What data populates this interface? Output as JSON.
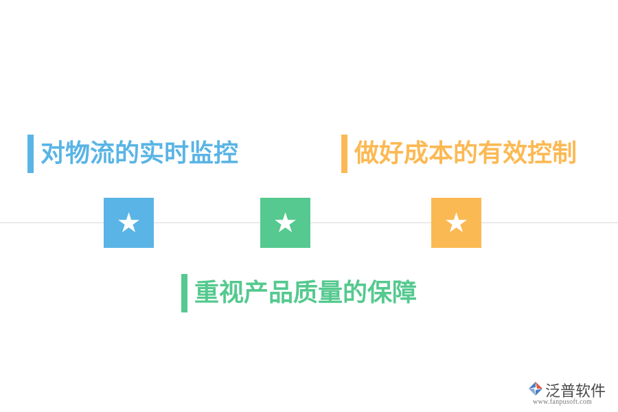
{
  "colors": {
    "blue": "#5ab4e5",
    "green": "#55c98f",
    "orange": "#fbb954",
    "line": "#d9d9d9"
  },
  "items": [
    {
      "text": "对物流的实时监控",
      "color": "#5ab4e5"
    },
    {
      "text": "重视产品质量的保障",
      "color": "#55c98f"
    },
    {
      "text": "做好成本的有效控制",
      "color": "#fbb954"
    }
  ],
  "star_glyph": "★",
  "logo": {
    "name": "泛普软件",
    "url": "www.fanpusoft.com",
    "icon": "fanpu-logo-icon"
  }
}
